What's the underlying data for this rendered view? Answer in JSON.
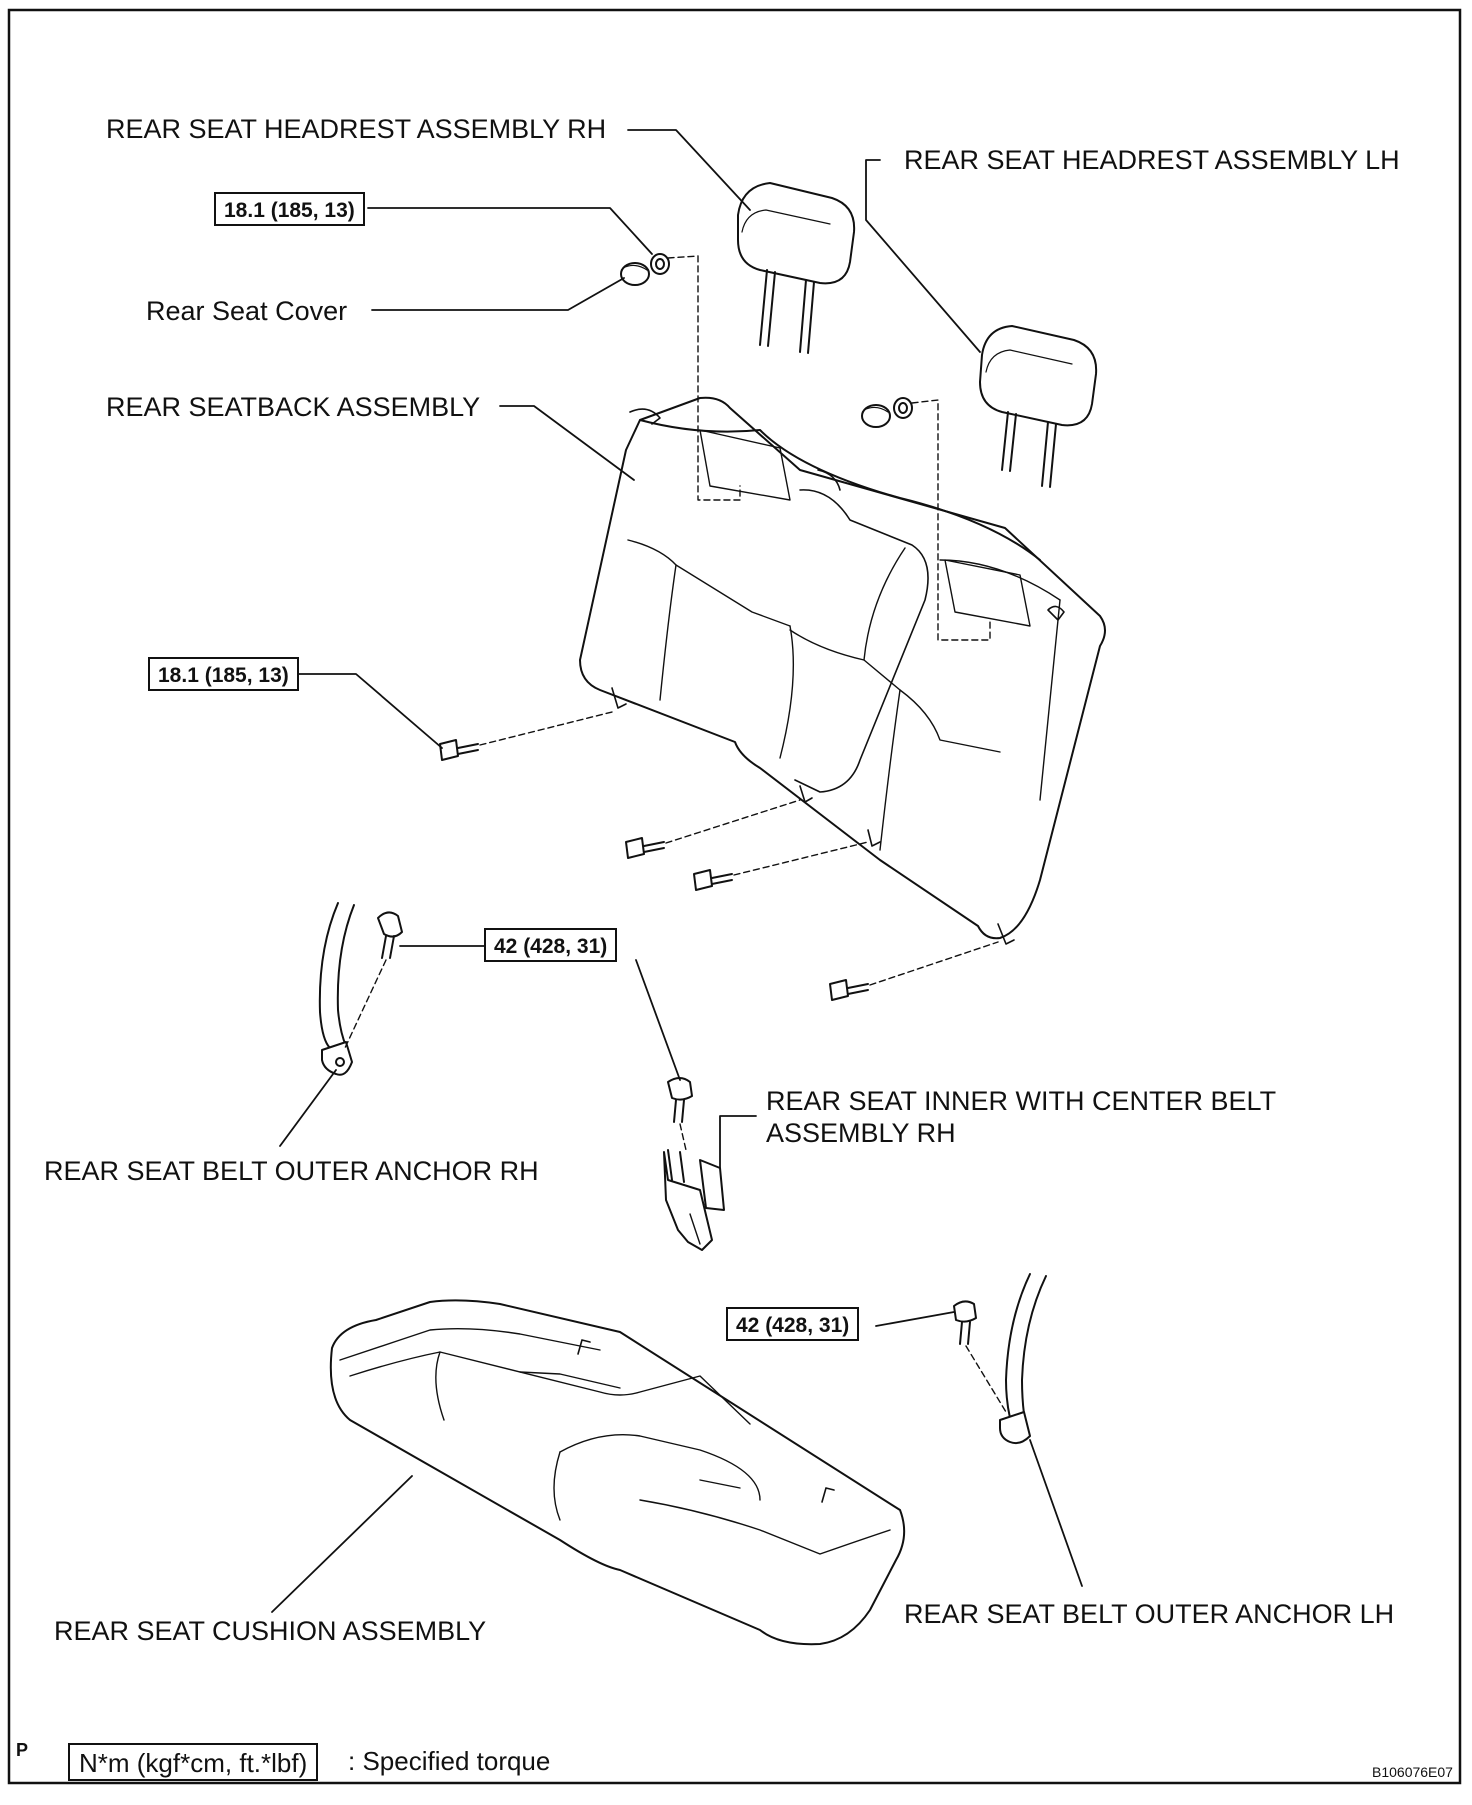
{
  "labels": {
    "headrest_rh": "REAR SEAT HEADREST ASSEMBLY RH",
    "headrest_lh": "REAR SEAT HEADREST ASSEMBLY LH",
    "rear_seat_cover": "Rear Seat Cover",
    "seatback": "REAR SEATBACK ASSEMBLY",
    "inner_center_belt_line1": "REAR SEAT INNER WITH CENTER BELT",
    "inner_center_belt_line2": "ASSEMBLY RH",
    "belt_anchor_rh": "REAR SEAT BELT OUTER ANCHOR RH",
    "belt_anchor_lh": "REAR SEAT BELT OUTER ANCHOR LH",
    "cushion": "REAR SEAT CUSHION ASSEMBLY"
  },
  "torques": {
    "headrest_nut": "18.1 (185, 13)",
    "seatback_bolt": "18.1 (185, 13)",
    "center_belt_bolt": "42 (428, 31)",
    "anchor_lh_bolt": "42 (428, 31)"
  },
  "legend": {
    "unit_box": "N*m (kgf*cm, ft.*lbf)",
    "text": ": Specified torque"
  },
  "corner_mark": "P",
  "figure_code": "B106076E07"
}
